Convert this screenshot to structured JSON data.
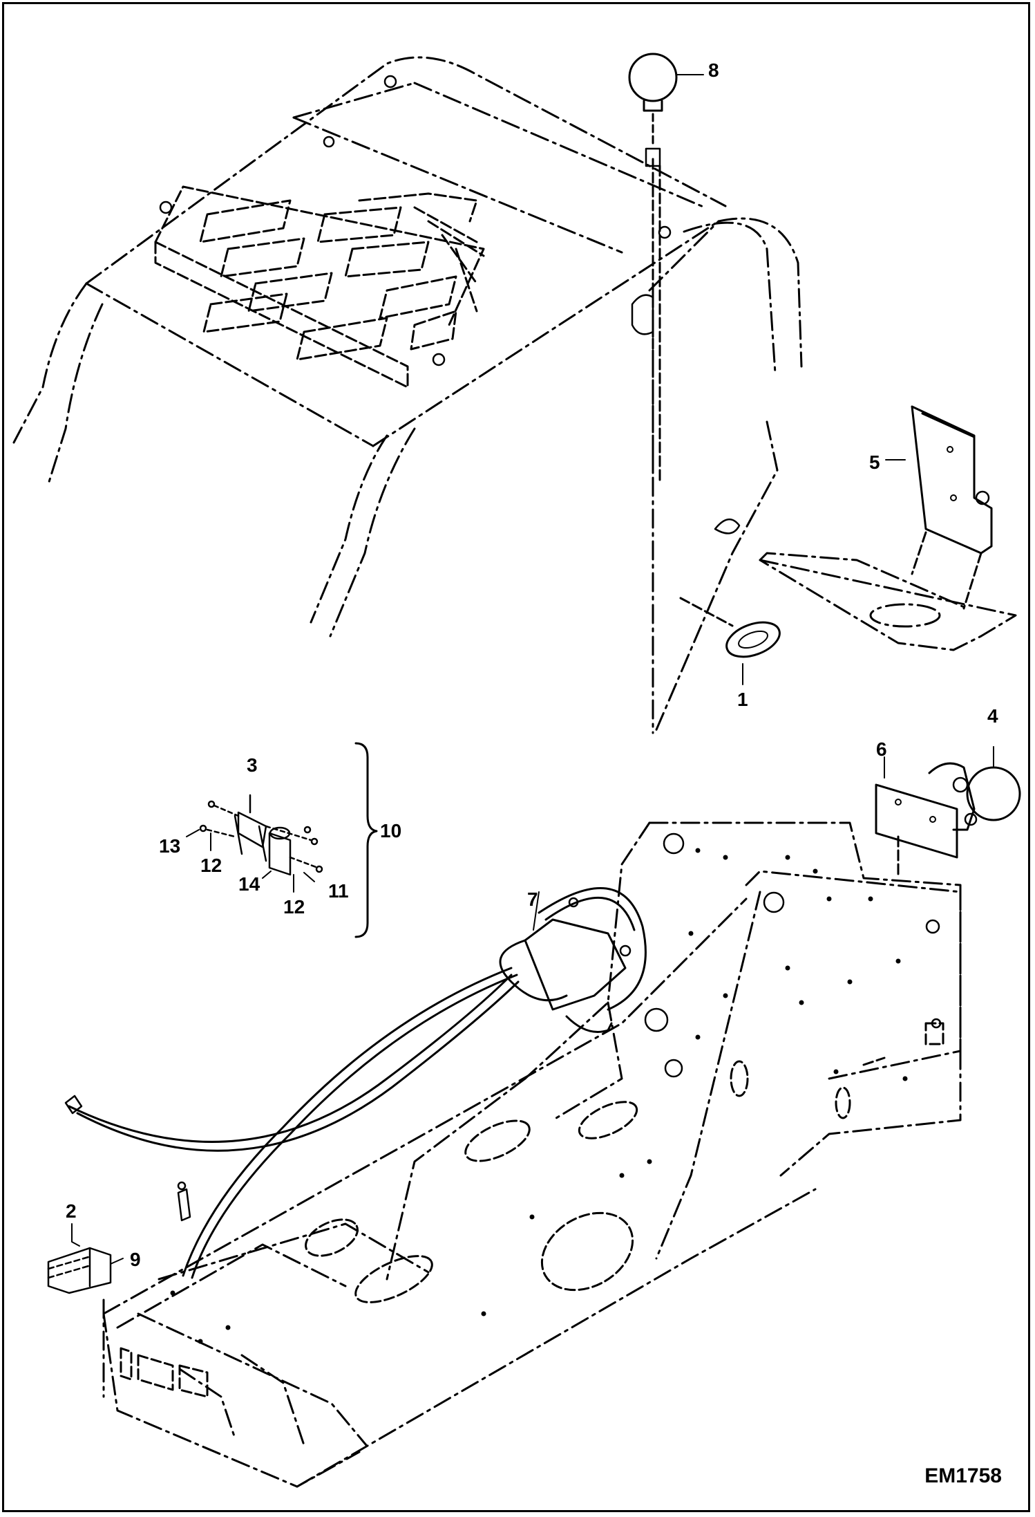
{
  "drawing_id": "EM1758",
  "callouts": [
    {
      "id": "c1",
      "label": "1"
    },
    {
      "id": "c2",
      "label": "2"
    },
    {
      "id": "c3",
      "label": "3"
    },
    {
      "id": "c4",
      "label": "4"
    },
    {
      "id": "c5",
      "label": "5"
    },
    {
      "id": "c6",
      "label": "6"
    },
    {
      "id": "c7",
      "label": "7"
    },
    {
      "id": "c8",
      "label": "8"
    },
    {
      "id": "c9",
      "label": "9"
    },
    {
      "id": "c10",
      "label": "10"
    },
    {
      "id": "c11",
      "label": "11"
    },
    {
      "id": "c12a",
      "label": "12"
    },
    {
      "id": "c12b",
      "label": "12"
    },
    {
      "id": "c13",
      "label": "13"
    },
    {
      "id": "c14",
      "label": "14"
    }
  ],
  "colors": {
    "line": "#000000",
    "background": "#ffffff"
  }
}
